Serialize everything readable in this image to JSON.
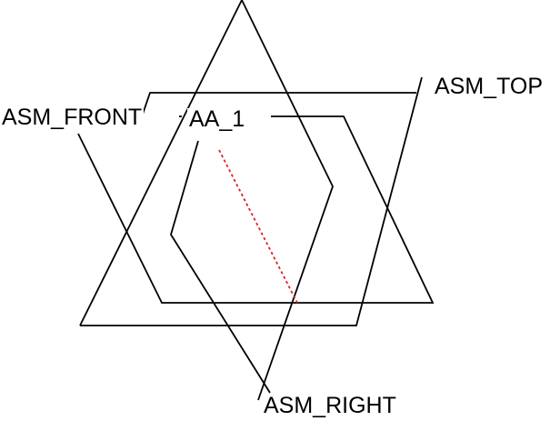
{
  "colors": {
    "background": "#ffffff",
    "datum_plane": "#000000",
    "datum_axis": "#e01e1e"
  },
  "datums": {
    "front": {
      "label": "ASM_FRONT",
      "type": "plane"
    },
    "top": {
      "label": "ASM_TOP",
      "type": "plane"
    },
    "right": {
      "label": "ASM_RIGHT",
      "type": "plane"
    },
    "axis": {
      "label": "AA_1",
      "type": "axis"
    }
  }
}
